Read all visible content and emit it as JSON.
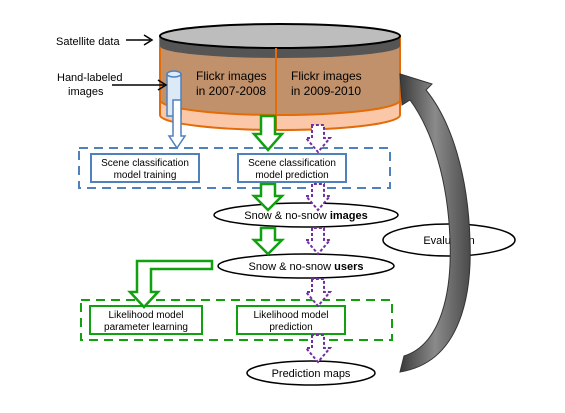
{
  "inputs": {
    "satellite_label": "Satellite data",
    "hand_labeled_line1": "Hand-labeled",
    "hand_labeled_line2": "images"
  },
  "database": {
    "left_line1": "Flickr images",
    "left_line2": "in 2007-2008",
    "right_line1": "Flickr images",
    "right_line2": "in 2009-2010"
  },
  "stage1": {
    "training_line1": "Scene classification",
    "training_line2": "model training",
    "prediction_line1": "Scene classification",
    "prediction_line2": "model prediction"
  },
  "images_node": {
    "prefix": "Snow & no-snow ",
    "emphasis": "images"
  },
  "users_node": {
    "prefix": "Snow & no-snow ",
    "emphasis": "users"
  },
  "stage2": {
    "learning_line1": "Likelihood model",
    "learning_line2": "parameter learning",
    "prediction_line1": "Likelihood model",
    "prediction_line2": "prediction"
  },
  "output": {
    "prediction_maps": "Prediction maps"
  },
  "evaluation": {
    "label": "Evaluation"
  },
  "colors": {
    "orange_border": "#E36C09",
    "db_fill": "#C0916B",
    "db_band": "#FAC8A8",
    "db_top": "#B0B0B0",
    "blue": "#4F81BD",
    "green": "#10A010",
    "purple": "#7030A0",
    "gray_arrow": "#555555"
  }
}
